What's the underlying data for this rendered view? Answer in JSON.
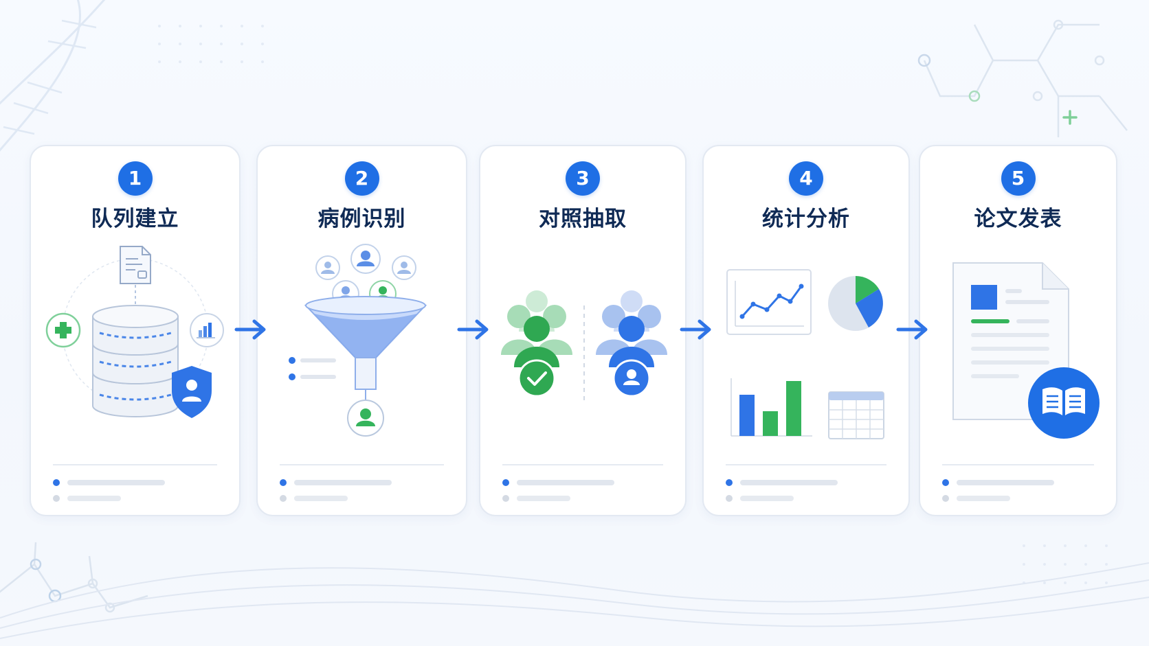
{
  "steps": [
    {
      "number": "1",
      "title": "队列建立"
    },
    {
      "number": "2",
      "title": "病例识别"
    },
    {
      "number": "3",
      "title": "对照抽取"
    },
    {
      "number": "4",
      "title": "统计分析"
    },
    {
      "number": "5",
      "title": "论文发表"
    }
  ],
  "icons": {
    "step1": [
      "database-icon",
      "document-icon",
      "medical-cross-icon",
      "bar-chart-icon",
      "shield-user-icon"
    ],
    "step2": [
      "funnel-icon",
      "user-icon",
      "selected-user-icon"
    ],
    "step3": [
      "case-group-icon",
      "check-icon",
      "control-group-icon",
      "user-icon"
    ],
    "step4": [
      "line-chart-icon",
      "pie-chart-icon",
      "bar-chart-icon",
      "table-icon"
    ],
    "step5": [
      "paper-document-icon",
      "book-icon"
    ],
    "flow": "arrow-right-icon"
  },
  "colors": {
    "primary_blue": "#1f6fe5",
    "accent_green": "#35b45c",
    "title_navy": "#0f2a55",
    "card_border": "#e3e9f2"
  }
}
